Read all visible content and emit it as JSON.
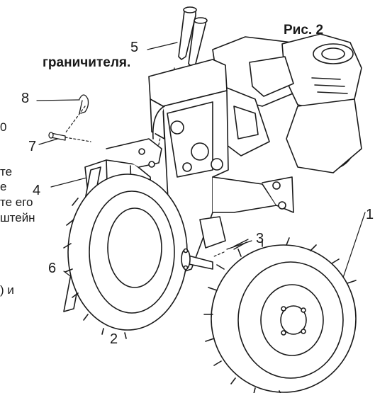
{
  "figure_label": "Рис. 2",
  "heading_fragment": "граничителя.",
  "body_fragments": [
    "0",
    "те",
    "е",
    "те его",
    "штейн",
    ") и"
  ],
  "callouts": [
    "1",
    "2",
    "3",
    "4",
    "5",
    "6",
    "7",
    "8"
  ]
}
